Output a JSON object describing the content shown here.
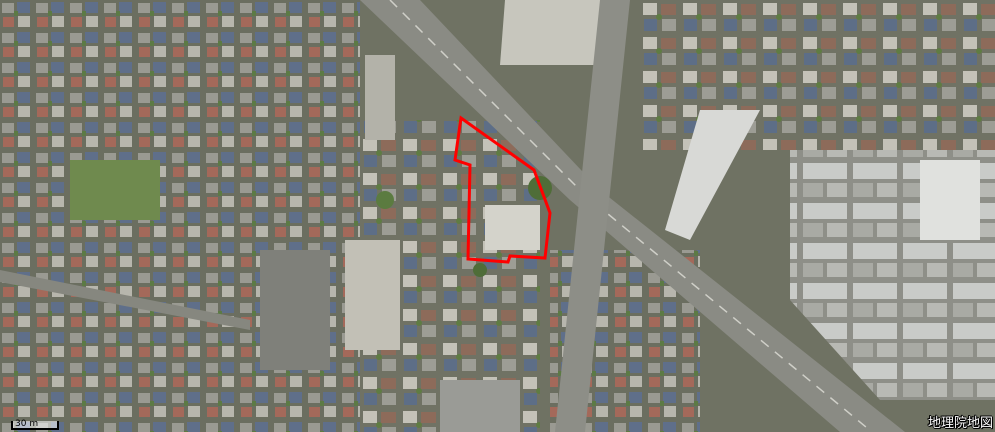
{
  "map": {
    "type": "aerial-photo",
    "colors": {
      "ground": "#6f7263",
      "vegetation": "#6f8a4e",
      "road": "#8a8b84",
      "highlight": "#ff0000"
    },
    "scale_label": "30 m",
    "attribution": "地理院地図"
  }
}
